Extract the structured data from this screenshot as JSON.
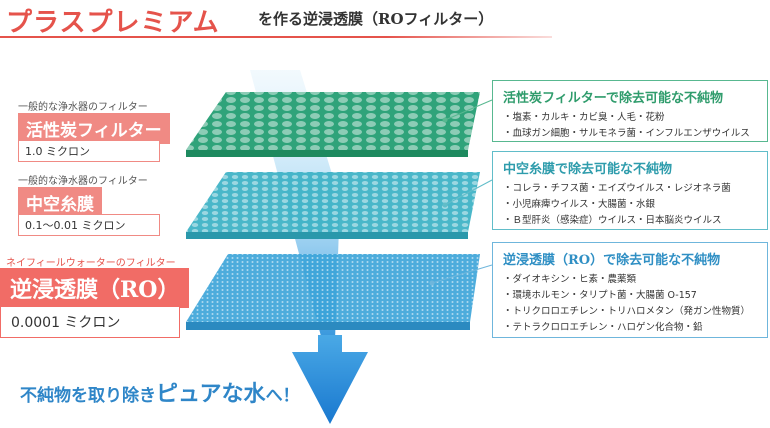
{
  "header": {
    "brand": "プラスプレミアム",
    "subtitle": "を作る逆浸透膜（ROフィルター）"
  },
  "filters": [
    {
      "caption": "一般的な浄水器のフィルター",
      "name": "活性炭フィルター",
      "micron": "1.0 ミクロン",
      "box_title": "活性炭フィルターで除去可能な不純物",
      "items": [
        "塩素・カルキ・カビ臭・人毛・花粉",
        "血球ガン細胞・サルモネラ菌・インフルエンザウイルス"
      ],
      "color": "#2fa37a"
    },
    {
      "caption": "一般的な浄水器のフィルター",
      "name": "中空糸膜",
      "micron": "0.1〜0.01 ミクロン",
      "box_title": "中空糸膜で除去可能な不純物",
      "items": [
        "コレラ・チフス菌・エイズウイルス・レジオネラ菌",
        "小児麻痺ウイルス・大腸菌・水銀",
        "Ｂ型肝炎（感染症）ウイルス・日本脳炎ウイルス"
      ],
      "color": "#3bb1c4"
    },
    {
      "caption": "ネイフィールウォーターのフィルター",
      "name": "逆浸透膜（RO）",
      "micron": "0.0001 ミクロン",
      "box_title": "逆浸透膜（RO）で除去可能な不純物",
      "items": [
        "ダイオキシン・ヒ素・農薬類",
        "環境ホルモン・タリプト菌・大腸菌 O-157",
        "トリクロロエチレン・トリハロメタン（発ガン性物質）",
        "テトラクロロエチレン・ハロゲン化合物・鉛"
      ],
      "color": "#3aa3d8"
    }
  ],
  "slogan": {
    "prefix": "不純物を取り除き",
    "emphasis": "ピュアな水",
    "suffix": "へ！"
  },
  "colors": {
    "accent": "#e5534b",
    "pink": "#f08a84",
    "blue": "#2f86c8"
  }
}
